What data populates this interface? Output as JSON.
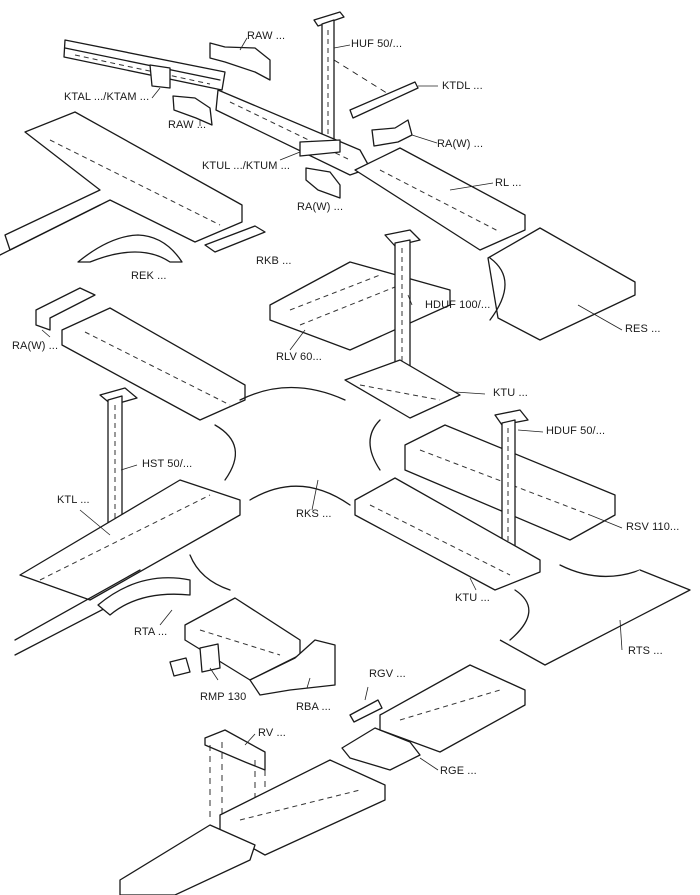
{
  "diagram": {
    "title": "Cable tray system components (exploded isometric)",
    "stroke_color": "#1a1a1a",
    "background": "#ffffff",
    "labels": {
      "raw_top": "RAW ...",
      "huf50": "HUF 50/...",
      "ktal_ktam": "KTAL .../KTAM ...",
      "ktdl": "KTDL ...",
      "raw_mid": "RAW ...",
      "raw_w_1": "RA(W) ...",
      "ktul_ktum": "KTUL .../KTUM ...",
      "rl": "RL ...",
      "raw_w_2": "RA(W) ...",
      "rek": "REK ...",
      "rkb": "RKB ...",
      "hduf100": "HDUF 100/...",
      "res": "RES ...",
      "raw_w_3": "RA(W) ...",
      "rlv60": "RLV 60...",
      "ktu_1": "KTU ...",
      "hduf50": "HDUF 50/...",
      "hst50": "HST 50/...",
      "ktl": "KTL ...",
      "rks": "RKS ...",
      "rsv110": "RSV 110...",
      "ktu_2": "KTU ...",
      "rta": "RTA ...",
      "rts": "RTS ...",
      "rmp130": "RMP 130",
      "rba": "RBA ...",
      "rgv": "RGV ...",
      "rv": "RV ...",
      "rge": "RGE ..."
    }
  }
}
